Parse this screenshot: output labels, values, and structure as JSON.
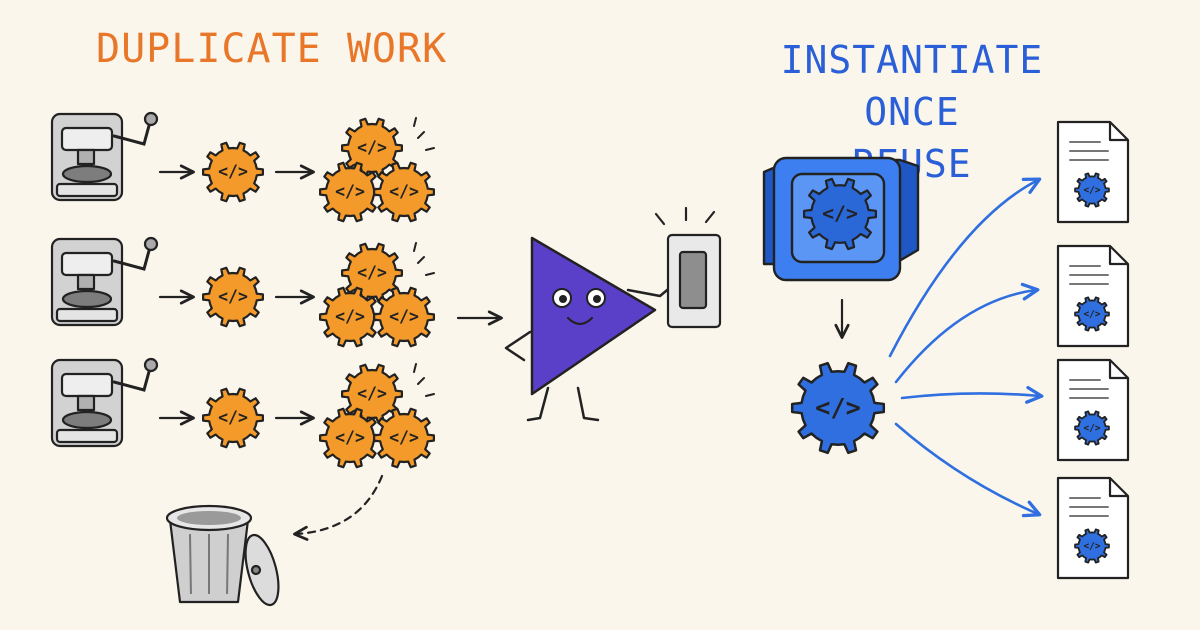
{
  "titles": {
    "left": "DUPLICATE WORK",
    "right_line1": "INSTANTIATE ONCE",
    "right_line2": "REUSE"
  },
  "gear_symbol": "</>",
  "colors": {
    "orange": "#f39a2a",
    "orange_text": "#e8772a",
    "blue": "#2f6fe0",
    "blue_text": "#2a5fd8",
    "purple": "#5a40c8",
    "outline": "#222222",
    "background": "#fbf6ec",
    "gray": "#bdbdbd"
  },
  "icons": {
    "machine": "press-machine-icon",
    "gear": "code-gear-icon",
    "trash": "trash-can-icon",
    "mascot": "triangle-mascot",
    "switch": "light-switch-icon",
    "module": "blue-module-box-icon",
    "document": "document-icon"
  }
}
